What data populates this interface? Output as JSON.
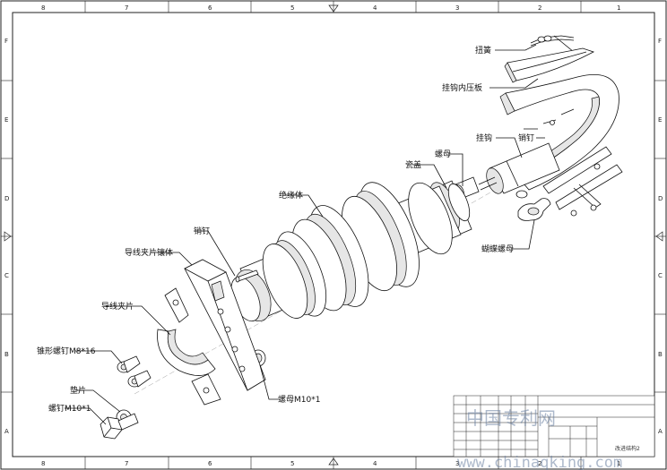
{
  "zones": {
    "top": [
      "8",
      "7",
      "6",
      "5",
      "4",
      "3",
      "2",
      "1"
    ],
    "bottom": [
      "8",
      "7",
      "6",
      "5",
      "4",
      "3",
      "2",
      "1"
    ],
    "left": [
      "F",
      "E",
      "D",
      "C",
      "B",
      "A"
    ],
    "right": [
      "F",
      "E",
      "D",
      "C",
      "B",
      "A"
    ]
  },
  "parts": {
    "torsion_spring": "扭簧",
    "hook_pressure_plate": "挂钩内压板",
    "hook": "挂钩",
    "pin_top": "销钉",
    "nut_top": "螺母",
    "porcelain_cap": "瓷盖",
    "insulator": "绝缘体",
    "wing_nut": "蝴蝶螺母",
    "pin_left": "销钉",
    "clamp_insert": "导线夹片镶体",
    "clamp": "导线夹片",
    "taper_screw": "锥形螺钉M8*16",
    "washer": "垫片",
    "bolt": "螺钉M10*1",
    "nut_bottom": "螺母M10*1"
  },
  "title_block": {
    "drawing_name": "改进结构2"
  },
  "watermark": {
    "cn": "中国专利网",
    "url": "www.chinaqking.com"
  }
}
